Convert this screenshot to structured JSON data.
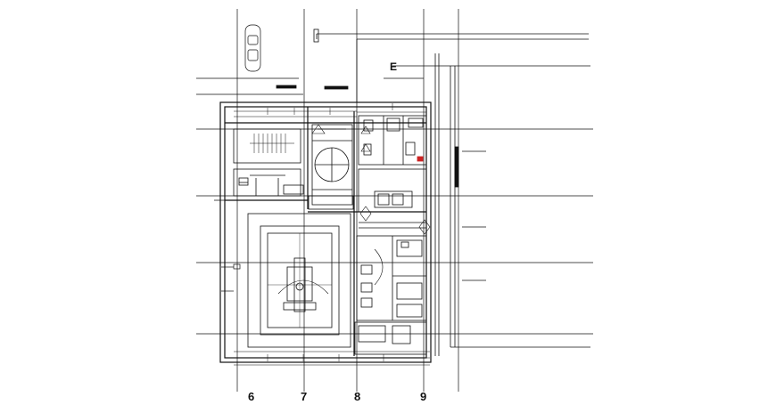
{
  "drawing": {
    "grid_labels": {
      "E": "E"
    },
    "axis_labels": [
      "6",
      "7",
      "8",
      "9"
    ],
    "colors": {
      "ink": "#111111",
      "accent": "#cc2222"
    }
  }
}
